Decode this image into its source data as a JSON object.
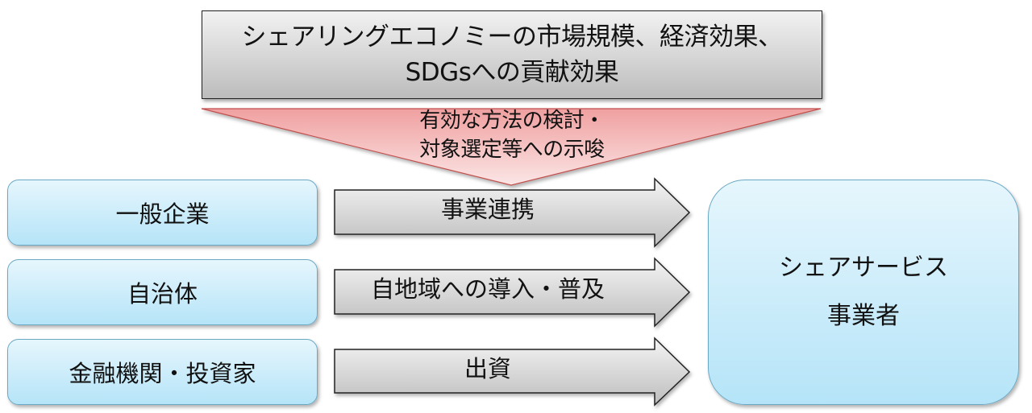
{
  "top_box": {
    "line1": "シェアリングエコノミーの市場規模、経済効果、",
    "line2": "SDGsへの貢献効果"
  },
  "funnel": {
    "line1": "有効な方法の検討・",
    "line2": "対象選定等への示唆"
  },
  "stakeholders": [
    {
      "label": "一般企業"
    },
    {
      "label": "自治体"
    },
    {
      "label": "金融機関・投資家"
    }
  ],
  "arrows": [
    {
      "label": "事業連携"
    },
    {
      "label": "自地域への導入・普及"
    },
    {
      "label": "出資"
    }
  ],
  "target": {
    "line1": "シェアサービス",
    "line2": "事業者"
  },
  "colors": {
    "funnel_fill_top": "#f0a0a0",
    "funnel_fill_bottom": "#fbe4e4",
    "funnel_stroke": "#c0504d",
    "box_fill_top": "#e6f6fd",
    "box_fill_bottom": "#b5e4f8",
    "box_stroke": "#6aa9c4",
    "arrow_fill_top": "#f2f2f2",
    "arrow_fill_bottom": "#bcbcbc"
  }
}
